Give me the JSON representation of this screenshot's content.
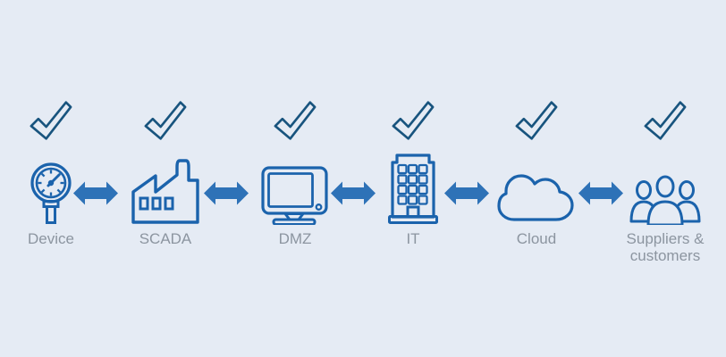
{
  "diagram": {
    "title": "",
    "type": "flow",
    "nodes": [
      {
        "id": "device",
        "label": "Device",
        "icon": "gauge-icon",
        "checked": true
      },
      {
        "id": "scada",
        "label": "SCADA",
        "icon": "factory-icon",
        "checked": true
      },
      {
        "id": "dmz",
        "label": "DMZ",
        "icon": "monitor-icon",
        "checked": true
      },
      {
        "id": "it",
        "label": "IT",
        "icon": "building-icon",
        "checked": true
      },
      {
        "id": "cloud",
        "label": "Cloud",
        "icon": "cloud-icon",
        "checked": true
      },
      {
        "id": "suppliers",
        "label": "Suppliers & customers",
        "icon": "people-icon",
        "checked": true
      }
    ],
    "connections": [
      {
        "from": "device",
        "to": "scada",
        "style": "double-arrow"
      },
      {
        "from": "scada",
        "to": "dmz",
        "style": "double-arrow"
      },
      {
        "from": "dmz",
        "to": "it",
        "style": "double-arrow"
      },
      {
        "from": "it",
        "to": "cloud",
        "style": "double-arrow"
      },
      {
        "from": "cloud",
        "to": "suppliers",
        "style": "double-arrow"
      }
    ],
    "colors": {
      "background": "#E5EBF4",
      "icon_stroke": "#1B63AC",
      "check_stroke": "#18547E",
      "arrow_fill": "#2E72B7",
      "label_text": "#8C95A0"
    }
  }
}
